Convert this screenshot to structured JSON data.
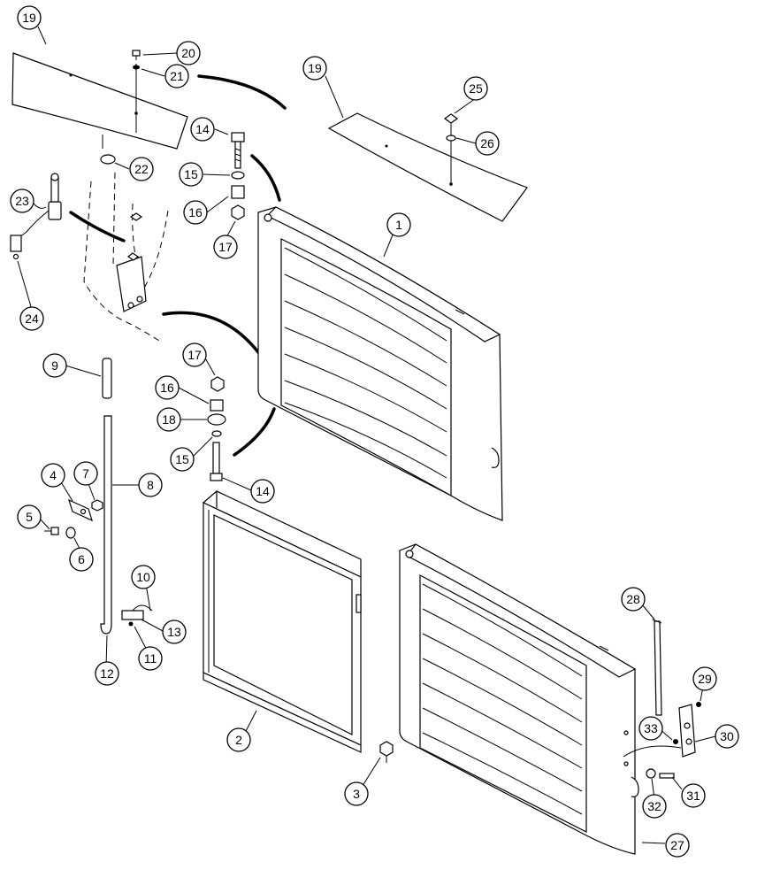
{
  "diagram": {
    "callouts": [
      {
        "id": "c19a",
        "label": "19"
      },
      {
        "id": "c20",
        "label": "20"
      },
      {
        "id": "c21",
        "label": "21"
      },
      {
        "id": "c22",
        "label": "22"
      },
      {
        "id": "c23",
        "label": "23"
      },
      {
        "id": "c24",
        "label": "24"
      },
      {
        "id": "c14a",
        "label": "14"
      },
      {
        "id": "c15a",
        "label": "15"
      },
      {
        "id": "c16a",
        "label": "16"
      },
      {
        "id": "c17a",
        "label": "17"
      },
      {
        "id": "c19b",
        "label": "19"
      },
      {
        "id": "c25",
        "label": "25"
      },
      {
        "id": "c26",
        "label": "26"
      },
      {
        "id": "c1",
        "label": "1"
      },
      {
        "id": "c9",
        "label": "9"
      },
      {
        "id": "c17b",
        "label": "17"
      },
      {
        "id": "c16b",
        "label": "16"
      },
      {
        "id": "c18",
        "label": "18"
      },
      {
        "id": "c15b",
        "label": "15"
      },
      {
        "id": "c14b",
        "label": "14"
      },
      {
        "id": "c4",
        "label": "4"
      },
      {
        "id": "c7",
        "label": "7"
      },
      {
        "id": "c8",
        "label": "8"
      },
      {
        "id": "c5",
        "label": "5"
      },
      {
        "id": "c6",
        "label": "6"
      },
      {
        "id": "c10",
        "label": "10"
      },
      {
        "id": "c13",
        "label": "13"
      },
      {
        "id": "c11",
        "label": "11"
      },
      {
        "id": "c12",
        "label": "12"
      },
      {
        "id": "c2",
        "label": "2"
      },
      {
        "id": "c3",
        "label": "3"
      },
      {
        "id": "c28",
        "label": "28"
      },
      {
        "id": "c29",
        "label": "29"
      },
      {
        "id": "c33",
        "label": "33"
      },
      {
        "id": "c30",
        "label": "30"
      },
      {
        "id": "c31",
        "label": "31"
      },
      {
        "id": "c32",
        "label": "32"
      },
      {
        "id": "c27",
        "label": "27"
      }
    ]
  }
}
